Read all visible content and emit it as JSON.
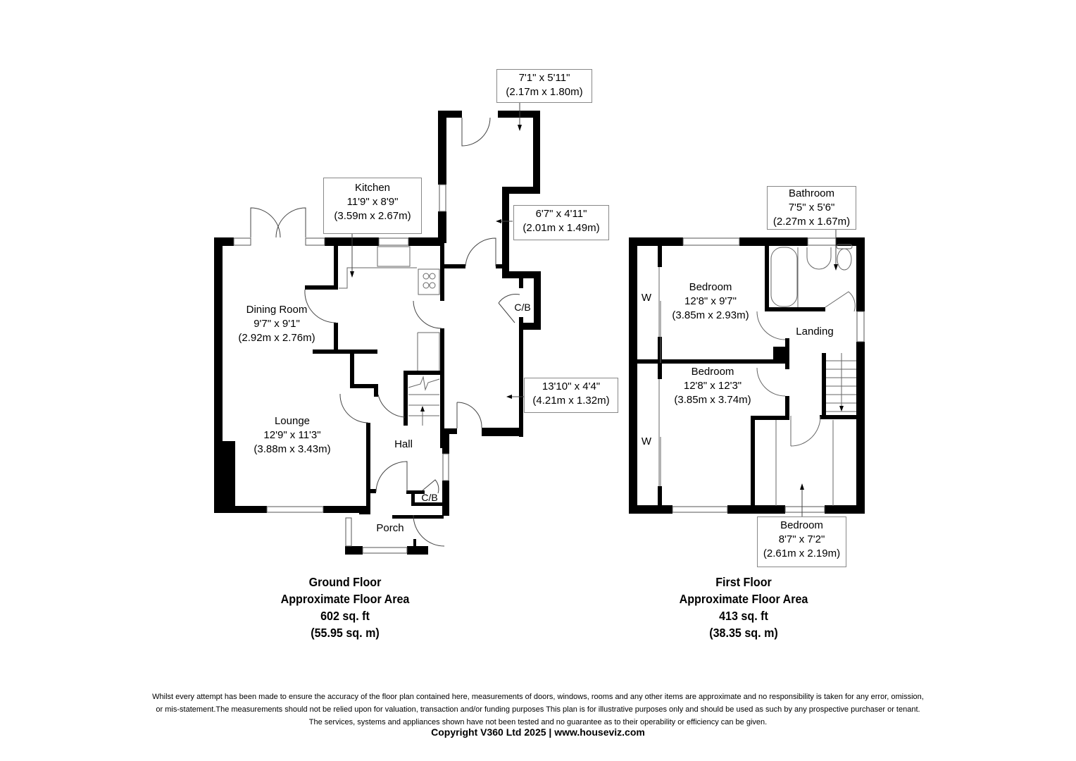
{
  "ground_floor": {
    "rooms": {
      "dining": {
        "name": "Dining Room",
        "imperial": "9'7\" x 9'1\"",
        "metric": "(2.92m x 2.76m)"
      },
      "kitchen": {
        "name": "Kitchen",
        "imperial": "11'9\" x 8'9\"",
        "metric": "(3.59m x 2.67m)"
      },
      "lounge": {
        "name": "Lounge",
        "imperial": "12'9\" x 11'3\"",
        "metric": "(3.88m x 3.43m)"
      },
      "hall": {
        "name": "Hall"
      },
      "porch": {
        "name": "Porch"
      },
      "cb_hall": {
        "name": "C/B"
      },
      "cb_side": {
        "name": "C/B"
      },
      "store_top": {
        "imperial": "7'1\" x 5'11\"",
        "metric": "(2.17m x 1.80m)"
      },
      "store_mid": {
        "imperial": "6'7\" x 4'11\"",
        "metric": "(2.01m x 1.49m)"
      },
      "store_long": {
        "imperial": "13'10\" x 4'4\"",
        "metric": "(4.21m x 1.32m)"
      }
    },
    "summary": {
      "title": "Ground Floor",
      "subtitle": "Approximate Floor Area",
      "sqft": "602 sq. ft",
      "sqm": "(55.95 sq. m)"
    }
  },
  "first_floor": {
    "rooms": {
      "bathroom": {
        "name": "Bathroom",
        "imperial": "7'5\" x 5'6\"",
        "metric": "(2.27m x 1.67m)"
      },
      "bedroom1": {
        "name": "Bedroom",
        "imperial": "12'8\" x 9'7\"",
        "metric": "(3.85m x 2.93m)"
      },
      "bedroom2": {
        "name": "Bedroom",
        "imperial": "12'8\" x 12'3\"",
        "metric": "(3.85m x 3.74m)"
      },
      "bedroom3": {
        "name": "Bedroom",
        "imperial": "8'7\" x 7'2\"",
        "metric": "(2.61m x 2.19m)"
      },
      "landing": {
        "name": "Landing"
      },
      "wardrobe1": {
        "name": "W"
      },
      "wardrobe2": {
        "name": "W"
      }
    },
    "summary": {
      "title": "First Floor",
      "subtitle": "Approximate Floor Area",
      "sqft": "413 sq. ft",
      "sqm": "(38.35 sq. m)"
    }
  },
  "footer": {
    "disclaimer_line1": "Whilst every attempt has been made to ensure the accuracy of the floor plan contained here, measurements of doors, windows, rooms and any other items are approximate and no responsibility is taken for any error, omission,",
    "disclaimer_line2": "or mis-statement.The measurements should not be relied upon for valuation, transaction and/or funding purposes This plan is for illustrative purposes only and should be used as such by any prospective purchaser or tenant.",
    "disclaimer_line3": "The services, systems and appliances shown have not been tested and no guarantee as to their operability or efficiency can be given.",
    "copyright": "Copyright V360 Ltd 2025 | www.houseviz.com"
  },
  "colors": {
    "wall": "#000000",
    "line": "#888888",
    "background": "#ffffff"
  }
}
